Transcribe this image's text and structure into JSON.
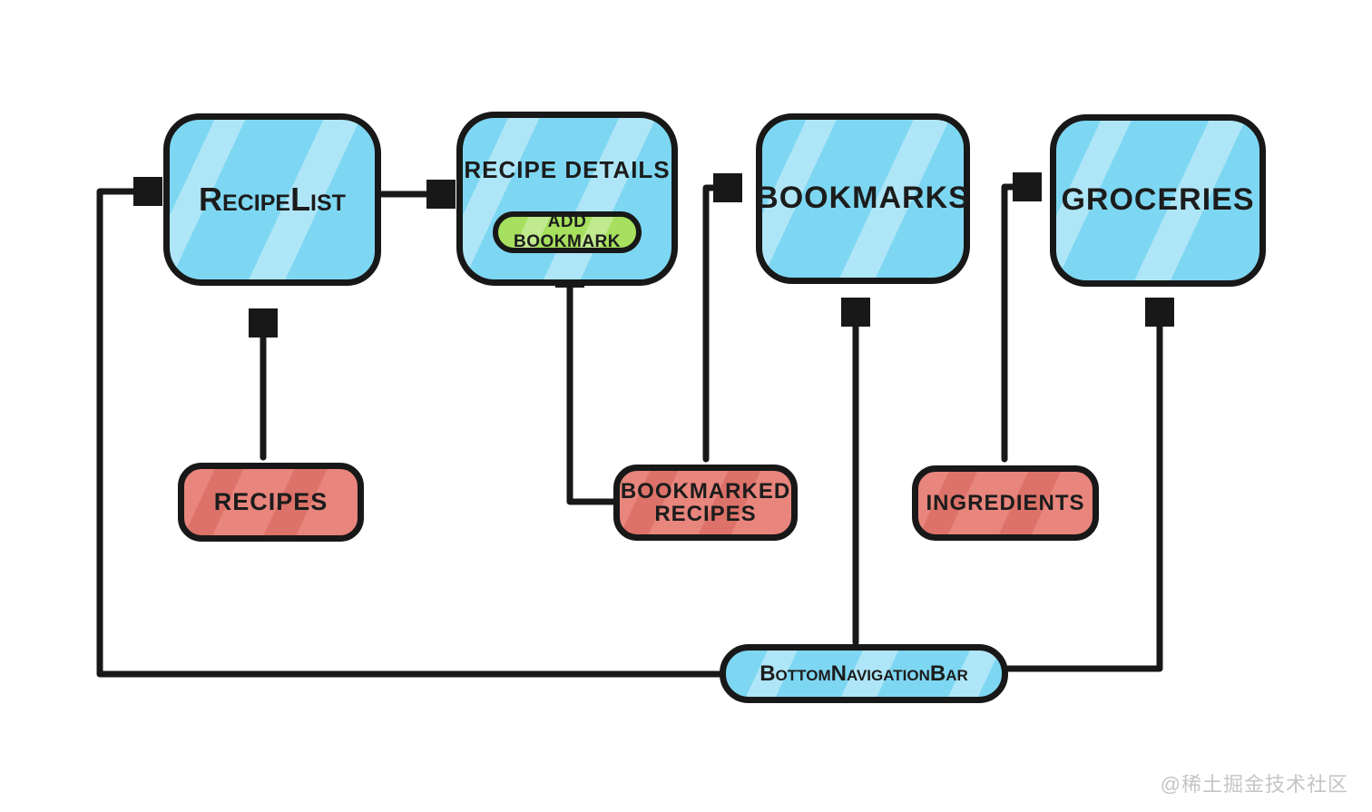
{
  "diagram": {
    "nodes": {
      "recipe_list": {
        "label": "RecipeList",
        "type": "screen"
      },
      "recipe_details": {
        "label": "RECIPE DETAILS",
        "type": "screen"
      },
      "add_bookmark": {
        "label": "ADD BOOKMARK",
        "type": "button"
      },
      "bookmarks": {
        "label": "BOOKMARKS",
        "type": "screen"
      },
      "groceries": {
        "label": "GROCERIES",
        "type": "screen"
      },
      "recipes": {
        "label": "RECIPES",
        "type": "data"
      },
      "bookmarked_recipes": {
        "label": "BOOKMARKED RECIPES",
        "type": "data"
      },
      "ingredients": {
        "label": "INGREDIENTS",
        "type": "data"
      },
      "bottom_navigation_bar": {
        "label": "BottomNavigationBar",
        "type": "nav"
      }
    },
    "edges": [
      {
        "from": "BottomNavigationBar",
        "to": "RecipeList"
      },
      {
        "from": "RecipeList",
        "to": "RECIPE DETAILS"
      },
      {
        "from": "RECIPES",
        "to": "RecipeList"
      },
      {
        "from": "BOOKMARKED RECIPES",
        "to": "ADD BOOKMARK"
      },
      {
        "from": "BOOKMARKED RECIPES",
        "to": "BOOKMARKS"
      },
      {
        "from": "BottomNavigationBar",
        "to": "BOOKMARKS"
      },
      {
        "from": "INGREDIENTS",
        "to": "GROCERIES"
      },
      {
        "from": "BottomNavigationBar",
        "to": "GROCERIES"
      }
    ]
  },
  "palette": {
    "screen_fill": "#7ed7f2",
    "screen_streak": "#a9e4f8",
    "data_fill": "#e8857c",
    "data_streak": "#d96a5f",
    "button_fill": "#a6e05e",
    "stroke": "#181818",
    "background": "#ffffff",
    "watermark_color": "#c5c5c5"
  },
  "watermark": {
    "text": "@稀土掘金技术社区"
  }
}
